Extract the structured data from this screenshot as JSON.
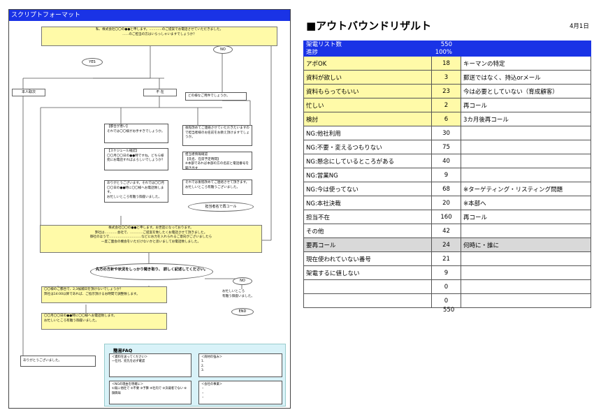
{
  "flow": {
    "header": "スクリプトフォーマット",
    "opening": "私、株式会社〇〇の●●と申します。…………のご提案でお電話させていただきました。\n……のご担当の方はいらっしゃいますでしょうか？",
    "yes": "YES",
    "no": "NO",
    "honnin": "本人取次",
    "fuzai": "不 在",
    "sonota_q": "どの様なご用件でしょうか。",
    "box_busy": "【都合が悪い】\nそれでは〇〇様がお手すきでしょうか。",
    "box_schedule": "【スケジュール確認】\n〇〇月〇〇日の●●時ですね。どちら様宛にお電話すればよろしいでしょうか？",
    "box_thanks": "ありがとうございます。それでは〇〇月〇〇日の●●時に〇〇様へお電話致します。\nお忙しいところ有難う御座いました。",
    "box_later": "後程改めてご連絡させていただきたいますので担当者様のお名前をお教え頂けますでしょうか。",
    "box_contact": "担当者情報確認\n【氏名、在席予定時間】\n※本部であれば本部の方の名前と電話番号を聞き出す",
    "box_later2": "それでは後程改めてご連絡させて頂きます。\nお忙しいところ有難うございました。",
    "oval_recall": "担当者名で再コール",
    "intro": "株式会社〇〇の●●と申します。お世話になっております。\n弊社は…………会社で、…………ご提案を致したくお電話させて頂きました。\n御社のほうで…………………………などにお力を入れられるご意向がございましたら\n一度ご面会の機会をいただけないかと思いましてお電話致しました。",
    "oval_listen": "先方の方針や状況をしっかり聞き取り、\n詳しく記述してください。",
    "no2": "NO",
    "appoint": "〇〇様のご都合で、2,3候補日を頂けないでしょうか？\n弊社は14:00以降であれば、ご指示頂けるお時間で調整致します。",
    "busy_end": "お忙しいところ\n有難う御座いました。",
    "end": "END",
    "confirm": "〇〇月〇〇日の●●時に〇〇様へお電話致します。\nお忙しいところ有難う御座いました。",
    "arigatou": "ありがとうございました。",
    "faq": {
      "title": "簡易FAQ",
      "q1": "＜資料を送ってください＞\n一任刊、宛先を必ず確認",
      "q2": "＜NGの理由を明確に＞\n①既に他社で ②不要 ③予算 ④社内で ⑤決裁者でない ⑥御興味",
      "q3": "＜商材の強み＞\n1.\n2.\n3.",
      "q4": "＜会社の事業＞\n・\n・\n・"
    }
  },
  "result": {
    "title": "■アウトバウンドリザルト",
    "date": "4月1日",
    "header_rows": [
      {
        "label": "架電リスト数",
        "value": "550"
      },
      {
        "label": "進捗",
        "value": "100%"
      }
    ],
    "rows": [
      {
        "label": "アポOK",
        "value": "18",
        "note": "キーマンの特定",
        "style": "yel"
      },
      {
        "label": "資料が欲しい",
        "value": "3",
        "note": "郵送ではなく、持込orメール",
        "style": "yel"
      },
      {
        "label": "資料もらってもいい",
        "value": "23",
        "note": "今は必要としていない（育成顧客）",
        "style": "yel"
      },
      {
        "label": "忙しい",
        "value": "2",
        "note": "再コール",
        "style": "yel"
      },
      {
        "label": "検討",
        "value": "6",
        "note": "3カ月後再コール",
        "style": "yel"
      },
      {
        "label": "NG:他社利用",
        "value": "30",
        "note": "",
        "style": ""
      },
      {
        "label": "NG:不要・変えるつもりない",
        "value": "75",
        "note": "",
        "style": ""
      },
      {
        "label": "NG:懸念にしているところがある",
        "value": "40",
        "note": "",
        "style": ""
      },
      {
        "label": "NG:営業NG",
        "value": "9",
        "note": "",
        "style": ""
      },
      {
        "label": "NG:今は使ってない",
        "value": "68",
        "note": "※ターゲティング・リスティング問題",
        "style": ""
      },
      {
        "label": "NG:本社決裁",
        "value": "20",
        "note": "※本部へ",
        "style": ""
      },
      {
        "label": "担当不在",
        "value": "160",
        "note": "再コール",
        "style": ""
      },
      {
        "label": "その他",
        "value": "42",
        "note": "",
        "style": ""
      },
      {
        "label": "要再コール",
        "value": "24",
        "note": "何時に・誰に",
        "style": "gry"
      },
      {
        "label": "現在使われていない番号",
        "value": "21",
        "note": "",
        "style": ""
      },
      {
        "label": "架電するに値しない",
        "value": "9",
        "note": "",
        "style": ""
      },
      {
        "label": "",
        "value": "0",
        "note": "",
        "style": ""
      },
      {
        "label": "",
        "value": "0",
        "note": "",
        "style": ""
      }
    ],
    "total": "550"
  }
}
